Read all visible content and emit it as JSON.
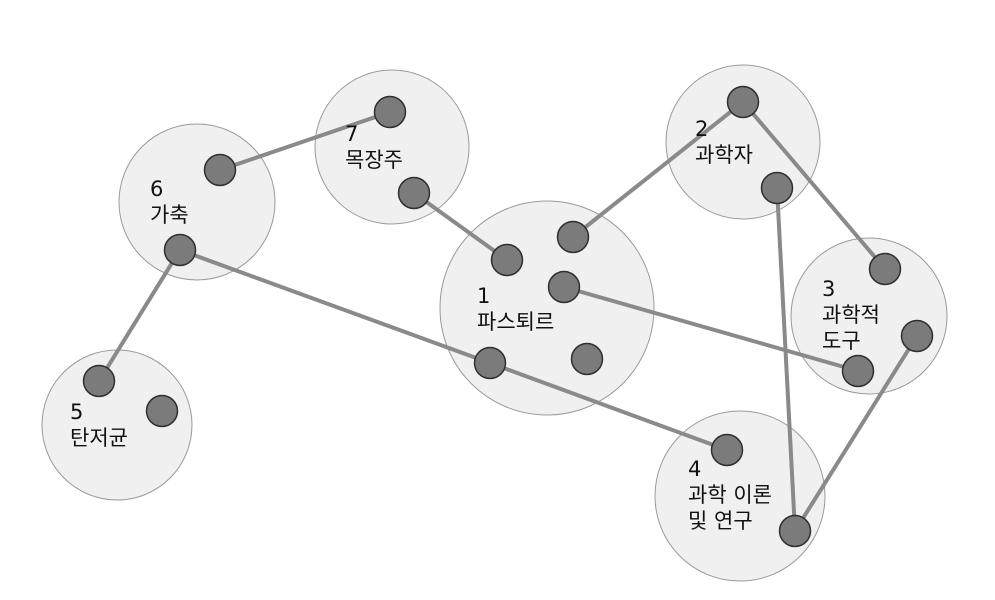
{
  "clusters": [
    {
      "id": "1",
      "number": "1",
      "lines": [
        "파스퇴르"
      ]
    },
    {
      "id": "2",
      "number": "2",
      "lines": [
        "과학자"
      ]
    },
    {
      "id": "3",
      "number": "3",
      "lines": [
        "과학적",
        "도구"
      ]
    },
    {
      "id": "4",
      "number": "4",
      "lines": [
        "과학 이론",
        "및 연구"
      ]
    },
    {
      "id": "5",
      "number": "5",
      "lines": [
        "탄저균"
      ]
    },
    {
      "id": "6",
      "number": "6",
      "lines": [
        "가축"
      ]
    },
    {
      "id": "7",
      "number": "7",
      "lines": [
        "목장주"
      ]
    }
  ],
  "colors": {
    "cluster_fill": "#f0f0f0",
    "cluster_stroke": "#9a9a9a",
    "node_fill": "#7b7b7b",
    "edge": "#8a8a8a"
  }
}
